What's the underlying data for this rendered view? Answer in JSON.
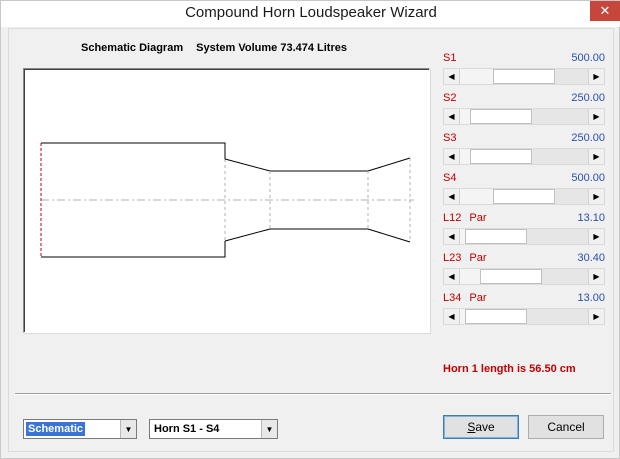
{
  "window": {
    "title": "Compound Horn Loudspeaker Wizard",
    "close_glyph": "✕"
  },
  "diagram": {
    "heading_left": "Schematic Diagram",
    "heading_right": "System Volume 73.474 Litres"
  },
  "params": [
    {
      "name": "S1",
      "par": "",
      "value": "500.00",
      "position": 0.5
    },
    {
      "name": "S2",
      "par": "",
      "value": "250.00",
      "position": 0.15
    },
    {
      "name": "S3",
      "par": "",
      "value": "250.00",
      "position": 0.15
    },
    {
      "name": "S4",
      "par": "",
      "value": "500.00",
      "position": 0.5
    },
    {
      "name": "L12",
      "par": "Par",
      "value": "13.10",
      "position": 0.07
    },
    {
      "name": "L23",
      "par": "Par",
      "value": "30.40",
      "position": 0.3
    },
    {
      "name": "L34",
      "par": "Par",
      "value": "13.00",
      "position": 0.07
    }
  ],
  "status": {
    "horn_length": "Horn 1 length is 56.50 cm"
  },
  "controls": {
    "view_select": "Schematic",
    "horn_select": "Horn S1 - S4",
    "save_label": "Save",
    "save_accel": "S",
    "save_rest": "ave",
    "cancel_label": "Cancel"
  },
  "colors": {
    "param_label": "#c00000",
    "param_value": "#2a4fb0",
    "selection": "#3a75d6"
  },
  "icons": {
    "scroll_left": "left-arrow-icon",
    "scroll_right": "right-arrow-icon",
    "dropdown": "chevron-down-icon",
    "close": "close-icon"
  }
}
